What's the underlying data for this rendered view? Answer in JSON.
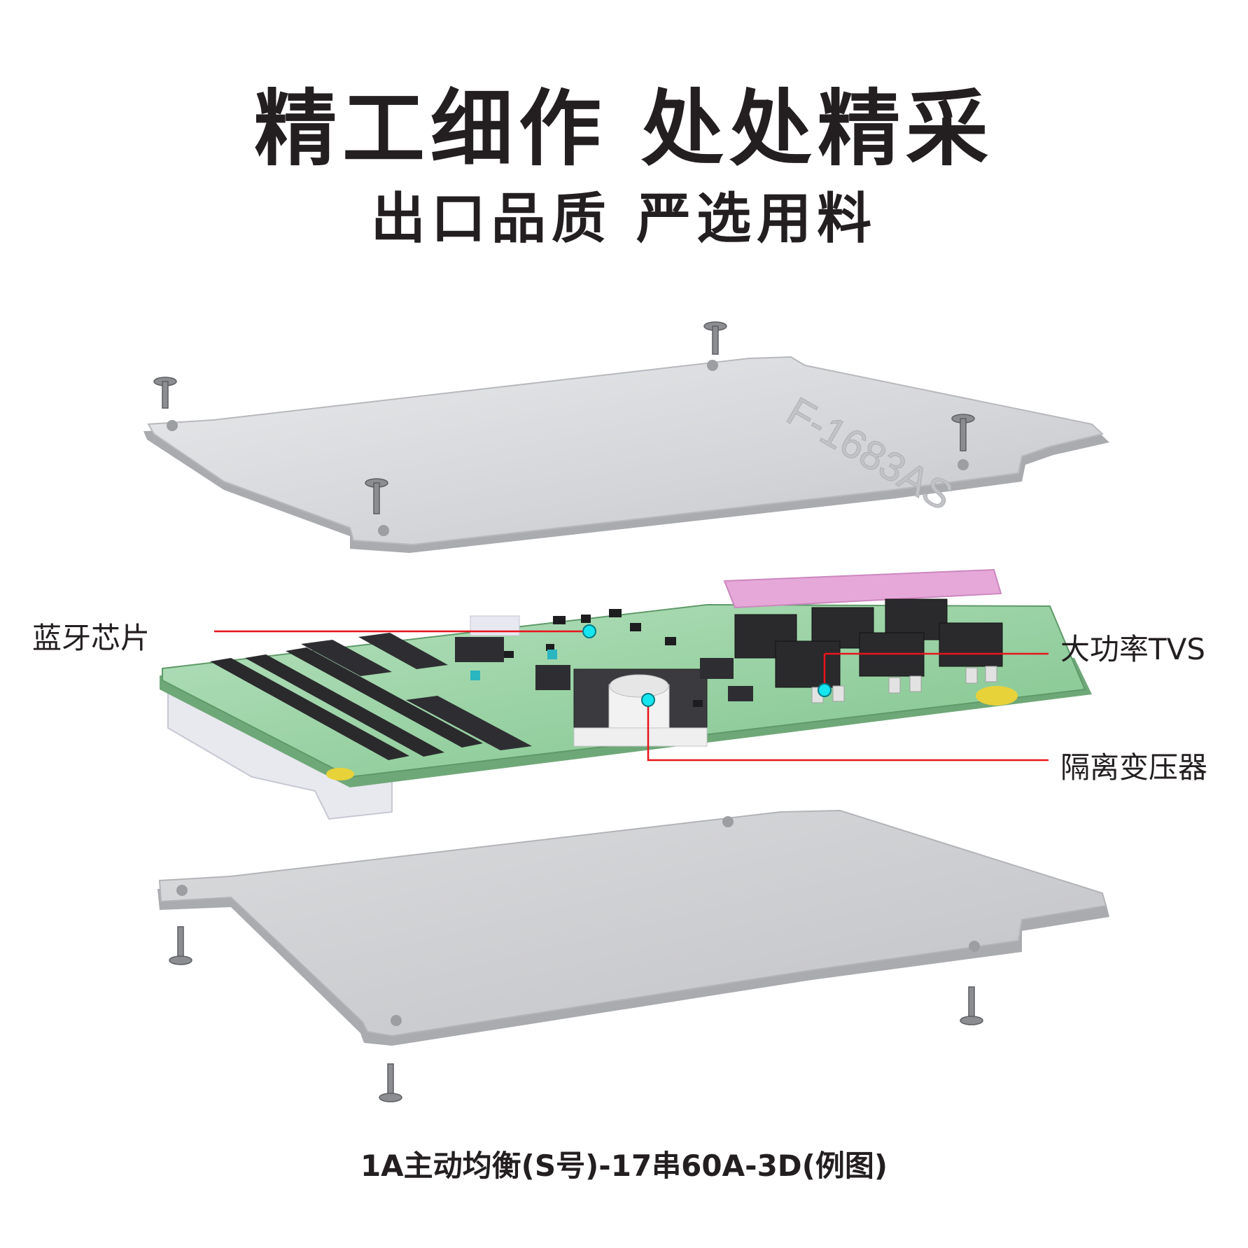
{
  "headline": {
    "title": "精工细作  处处精采",
    "subtitle": "出口品质  严选用料"
  },
  "callouts": {
    "bluetooth_chip": "蓝牙芯片",
    "high_power_tvs": "大功率TVS",
    "isolation_transformer": "隔离变压器"
  },
  "top_plate": {
    "engraving": "F-1683AS"
  },
  "caption": "1A主动均衡(S号)-17串60A-3D(例图)",
  "colors": {
    "headline_text": "#231f20",
    "callout_line": "#e8141c",
    "callout_dot": "#15e6f0",
    "pcb_green": "#8fcf9a",
    "aluminium_plate": "#d3d4d6",
    "thermal_pad": "#e6a8d8"
  }
}
